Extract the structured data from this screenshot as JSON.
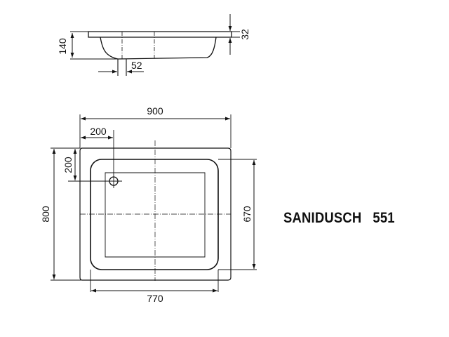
{
  "product": {
    "name": "SANIDUSCH",
    "model": "551"
  },
  "side_view": {
    "height_label": "140",
    "rim_thickness_label": "32",
    "drain_width_label": "52"
  },
  "plan_view": {
    "overall_width_label": "900",
    "overall_depth_label": "800",
    "inner_width_label": "770",
    "inner_depth_label": "670",
    "drain_offset_x_label": "200",
    "drain_offset_y_label": "200"
  },
  "colors": {
    "line": "#111111",
    "background": "#ffffff"
  }
}
